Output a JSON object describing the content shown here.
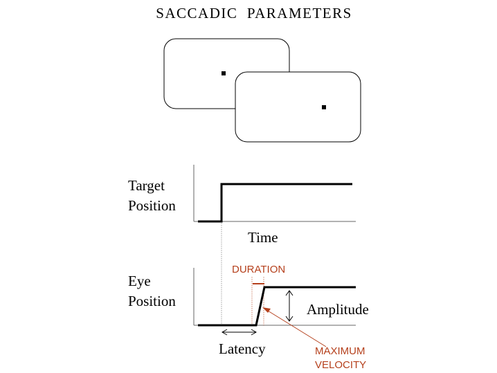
{
  "title": "SACCADIC  PARAMETERS",
  "target_plot": {
    "ylabel_line1": "Target",
    "ylabel_line2": "Position",
    "xlabel": "Time"
  },
  "eye_plot": {
    "ylabel_line1": "Eye",
    "ylabel_line2": "Position"
  },
  "annotations": {
    "duration": "DURATION",
    "amplitude": "Amplitude",
    "latency": "Latency",
    "max_velocity_line1": "MAXIMUM",
    "max_velocity_line2": "VELOCITY"
  },
  "colors": {
    "ink": "#000000",
    "annotation": "#b5401c",
    "axis": "#666666",
    "guide": "#888888"
  }
}
